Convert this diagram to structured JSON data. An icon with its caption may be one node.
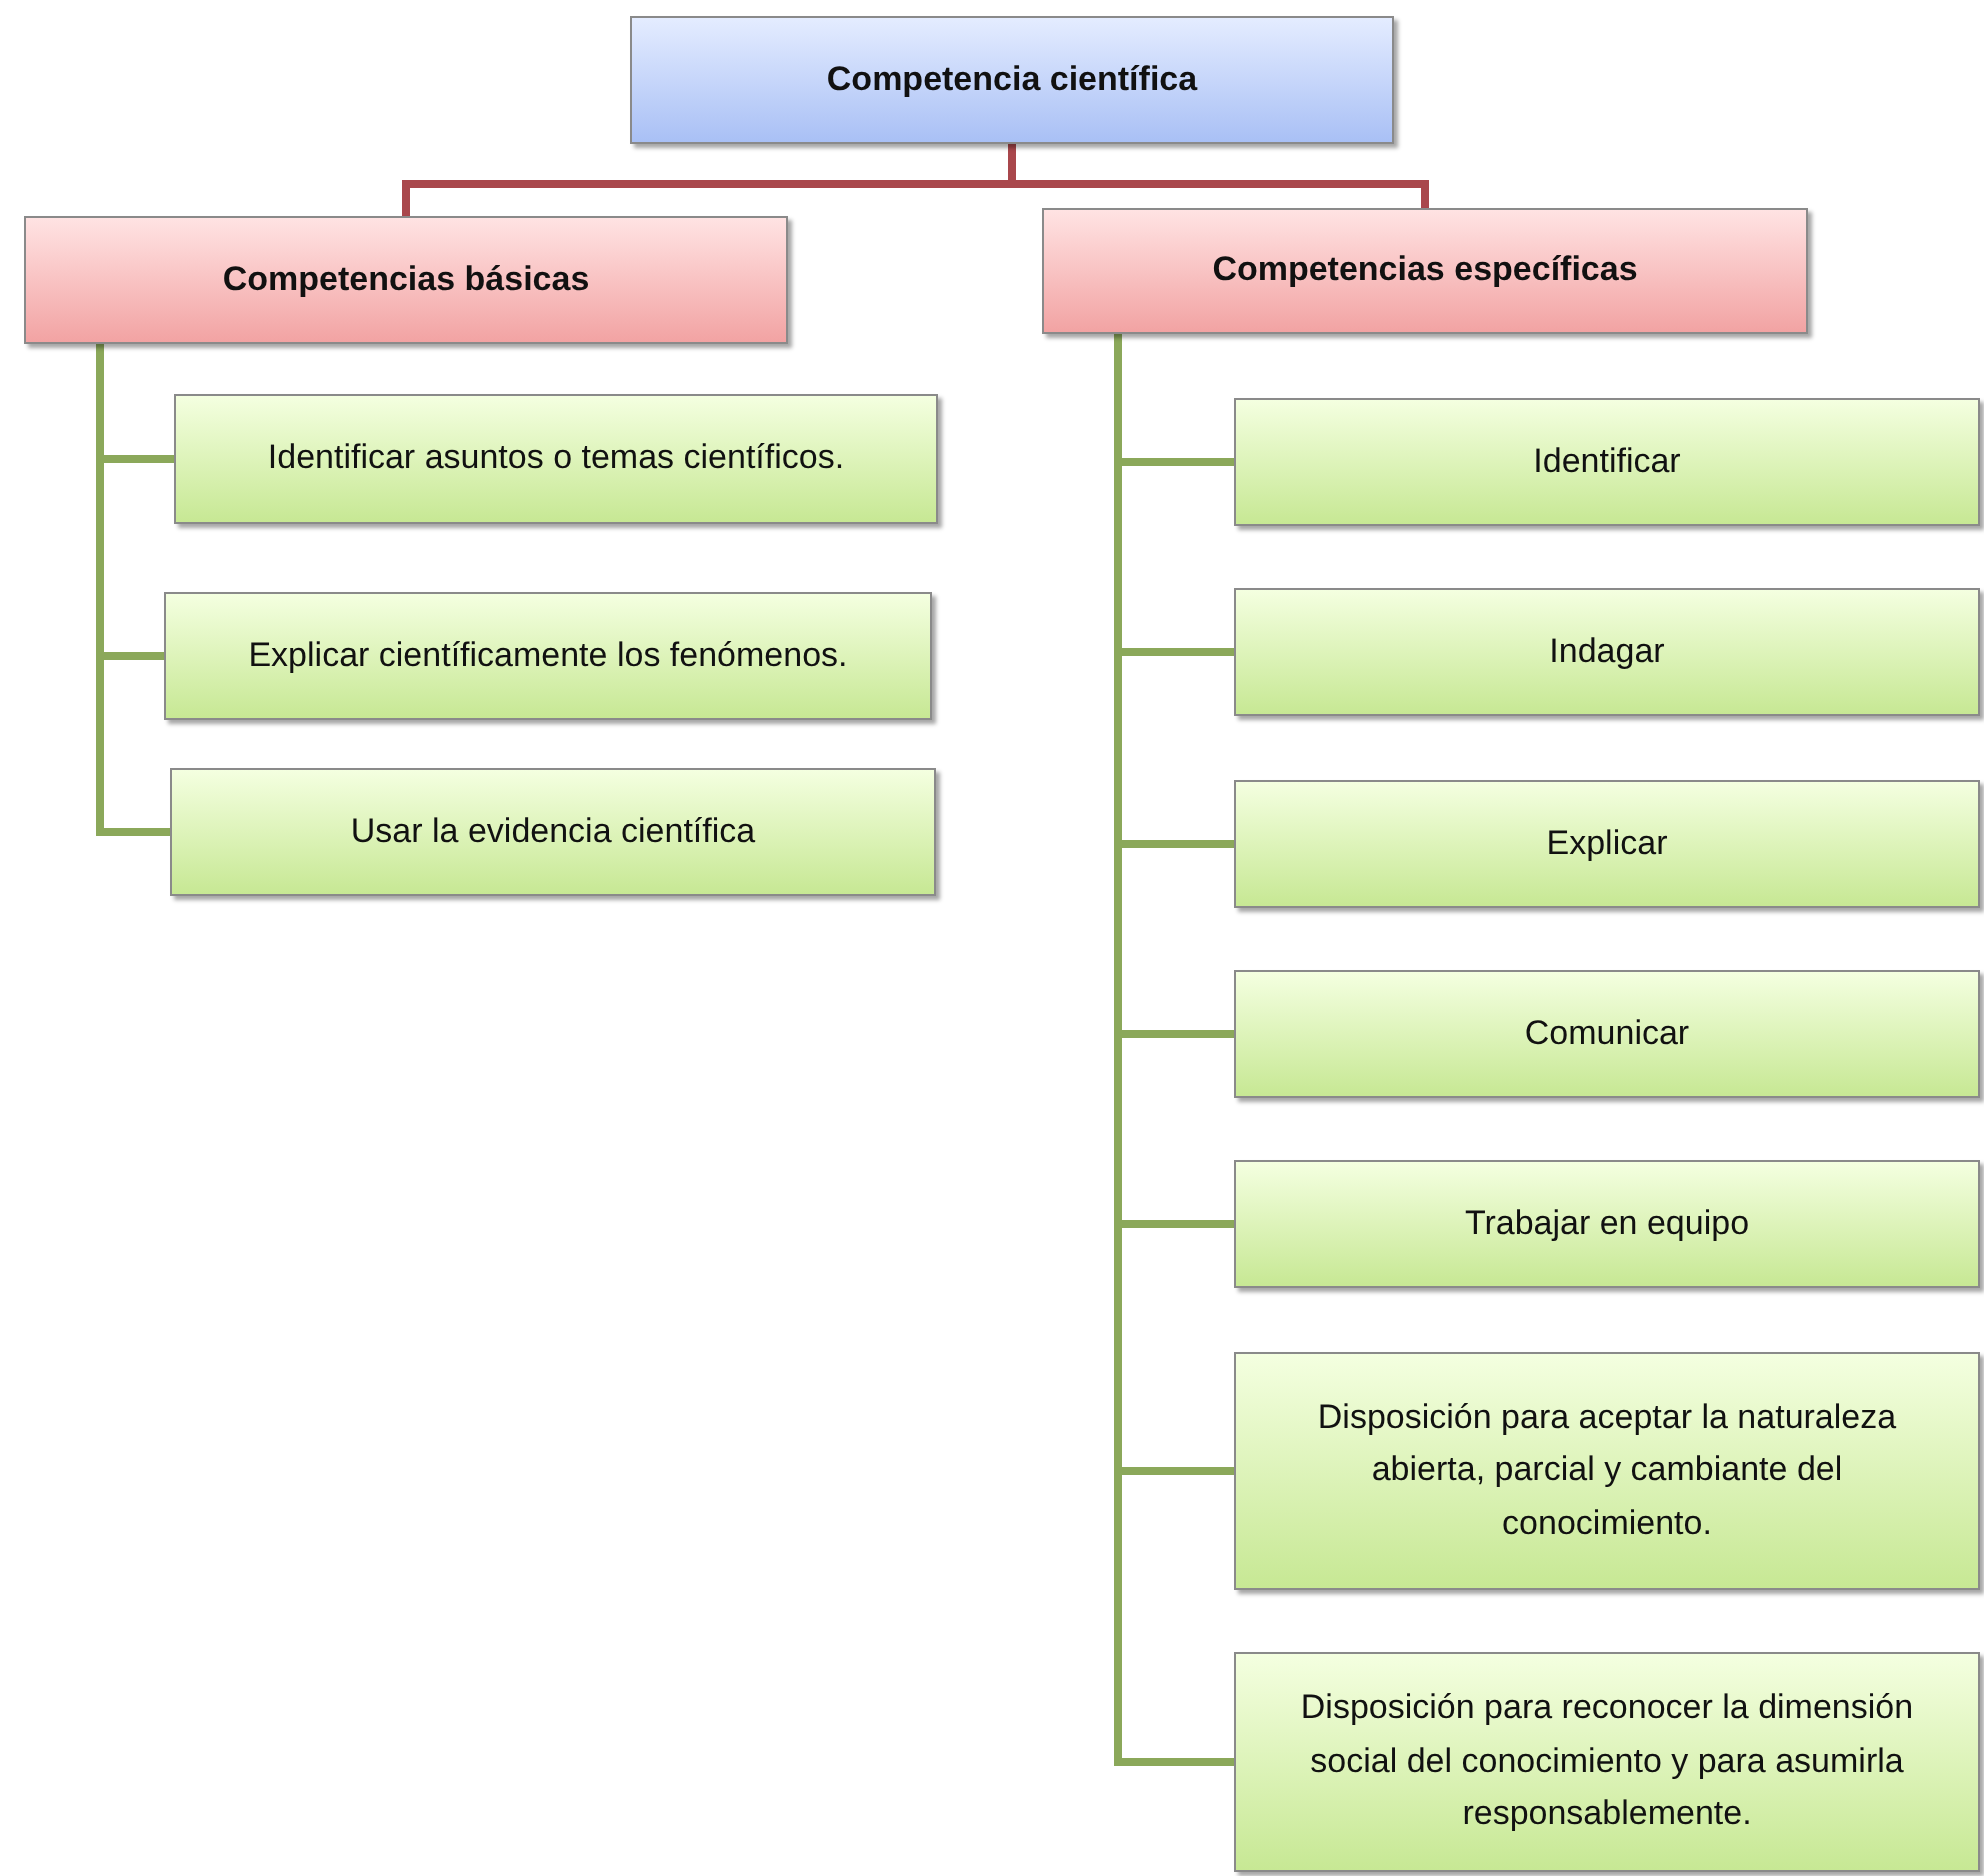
{
  "diagram": {
    "nodes": [
      {
        "text": [
          "Competencia científica"
        ]
      },
      {
        "text": [
          "Competencias básicas"
        ]
      },
      {
        "text": [
          "Competencias específicas"
        ]
      },
      {
        "text": [
          "Identificar asuntos o temas científicos."
        ]
      },
      {
        "text": [
          "Explicar científicamente los fenómenos."
        ]
      },
      {
        "text": [
          "Usar la evidencia científica"
        ]
      },
      {
        "text": [
          "Identificar"
        ]
      },
      {
        "text": [
          "Indagar"
        ]
      },
      {
        "text": [
          "Explicar"
        ]
      },
      {
        "text": [
          "Comunicar"
        ]
      },
      {
        "text": [
          "Trabajar en equipo"
        ]
      },
      {
        "text": [
          "Disposición para aceptar la naturaleza abierta, parcial y cambiante del conocimiento."
        ]
      },
      {
        "text": [
          "Disposición para reconocer la dimensión social del conocimiento y para asumirla responsablemente."
        ]
      }
    ],
    "edges": [
      {
        "from": 0,
        "to": 1,
        "arrow": "none",
        "color": "#a9474c"
      },
      {
        "from": 0,
        "to": 2,
        "arrow": "none",
        "color": "#a9474c"
      },
      {
        "from": 1,
        "to": 3,
        "arrow": "none"
      },
      {
        "from": 1,
        "to": 4,
        "arrow": "none"
      },
      {
        "from": 1,
        "to": 5,
        "arrow": "none"
      },
      {
        "from": 2,
        "to": 6,
        "arrow": "none"
      },
      {
        "from": 2,
        "to": 7,
        "arrow": "none"
      },
      {
        "from": 2,
        "to": 8,
        "arrow": "none"
      },
      {
        "from": 2,
        "to": 9,
        "arrow": "none"
      },
      {
        "from": 2,
        "to": 10,
        "arrow": "none"
      },
      {
        "from": 2,
        "to": 11,
        "arrow": "none"
      },
      {
        "from": 2,
        "to": 12,
        "arrow": "none"
      }
    ]
  }
}
